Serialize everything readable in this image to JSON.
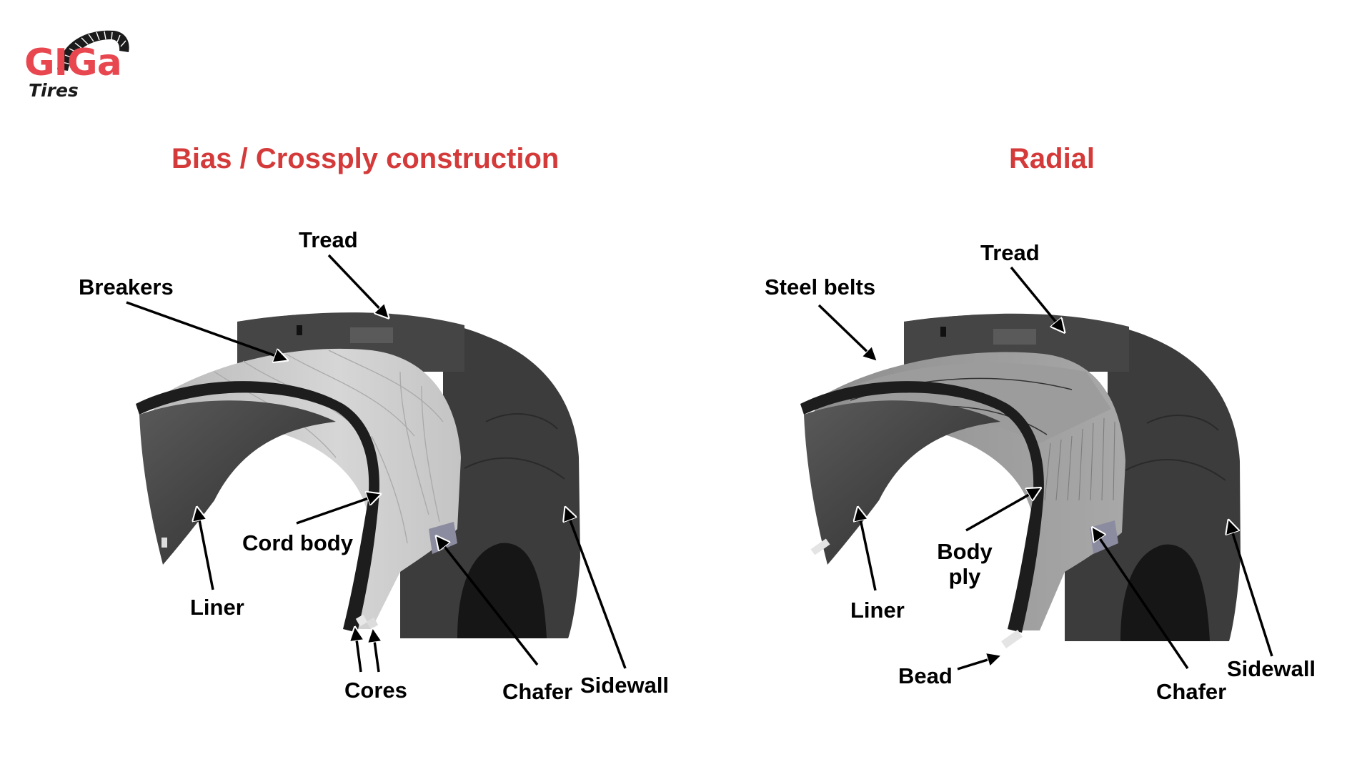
{
  "brand": {
    "name": "GIGa",
    "subtitle": "Tires",
    "primary_color": "#e8474f"
  },
  "title_color": "#d43a3a",
  "panels": [
    {
      "title": "Bias / Crossply construction",
      "labels": {
        "tread": "Tread",
        "breakers": "Breakers",
        "cord_body": "Cord body",
        "liner": "Liner",
        "cores": "Cores",
        "chafer": "Chafer",
        "sidewall": "Sidewall"
      }
    },
    {
      "title": "Radial",
      "labels": {
        "tread": "Tread",
        "steel_belts": "Steel belts",
        "body_ply_line1": "Body",
        "body_ply_line2": "ply",
        "liner": "Liner",
        "bead": "Bead",
        "chafer": "Chafer",
        "sidewall": "Sidewall"
      }
    }
  ]
}
